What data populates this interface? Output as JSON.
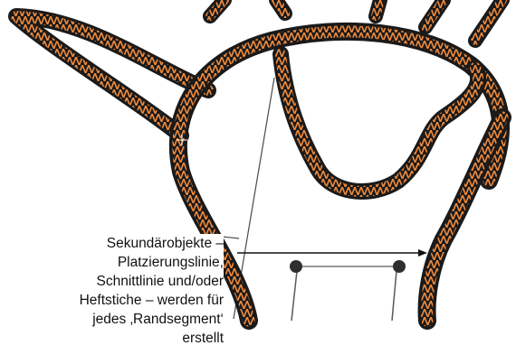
{
  "image": {
    "subject": "embroidery design preview",
    "colors": {
      "background": "#ffffff",
      "satin_dark": "#2f2f2f",
      "satin_edge": "#1a1a1a",
      "stitch_orange": "#f08a3c",
      "stitch_highlight": "#ffb070",
      "leader_line": "#4a4a4a",
      "arrow_line": "#111111"
    }
  },
  "callout": {
    "lines": [
      "Sekundärobjekte –",
      "Platzierungslinie,",
      "Schnittlinie und/oder",
      "Heftstiche – werden für",
      "jedes ‚Randsegment‘",
      "erstellt"
    ]
  }
}
